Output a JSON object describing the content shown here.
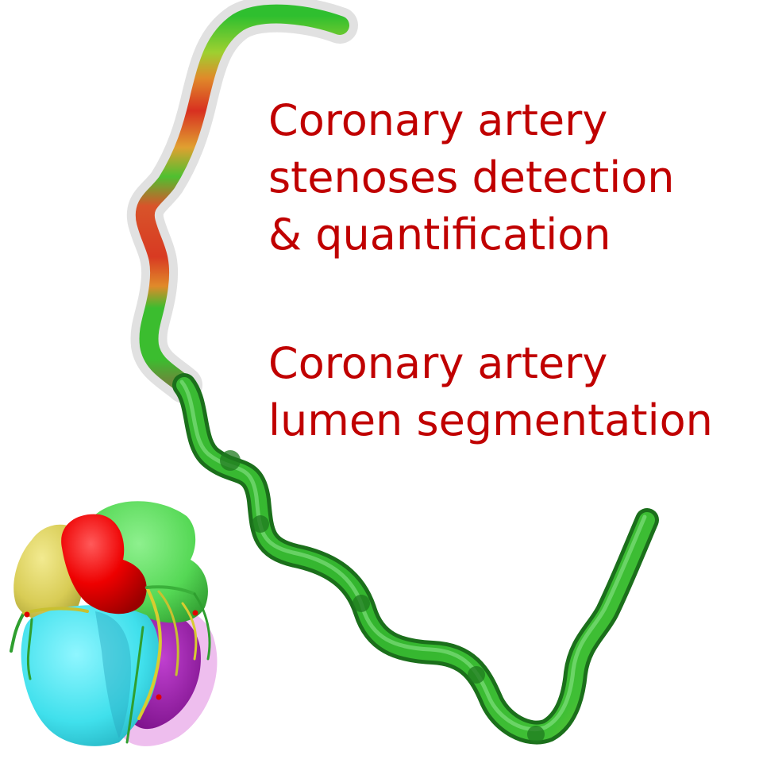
{
  "captions": {
    "stenoses": [
      "Coronary artery",
      "stenoses detection",
      "& quantification"
    ],
    "lumen": [
      "Coronary artery",
      "lumen segmentation"
    ]
  },
  "colors": {
    "caption_text": "#c00000",
    "vessel_green": "#2fbf2f",
    "vessel_dark_green": "#1f7a1f",
    "stenosis_red": "#d83020",
    "stenosis_orange": "#e08a2a",
    "outer_wall": "#c8c8c8",
    "aorta": "#ee0000",
    "left_atrium_green": "#55d855",
    "right_atrium_yellow": "#d8cc55",
    "right_ventricle_cyan": "#40e0ec",
    "left_ventricle_magenta": "#a020b0",
    "myocardium_pink": "#e8a8e8"
  }
}
